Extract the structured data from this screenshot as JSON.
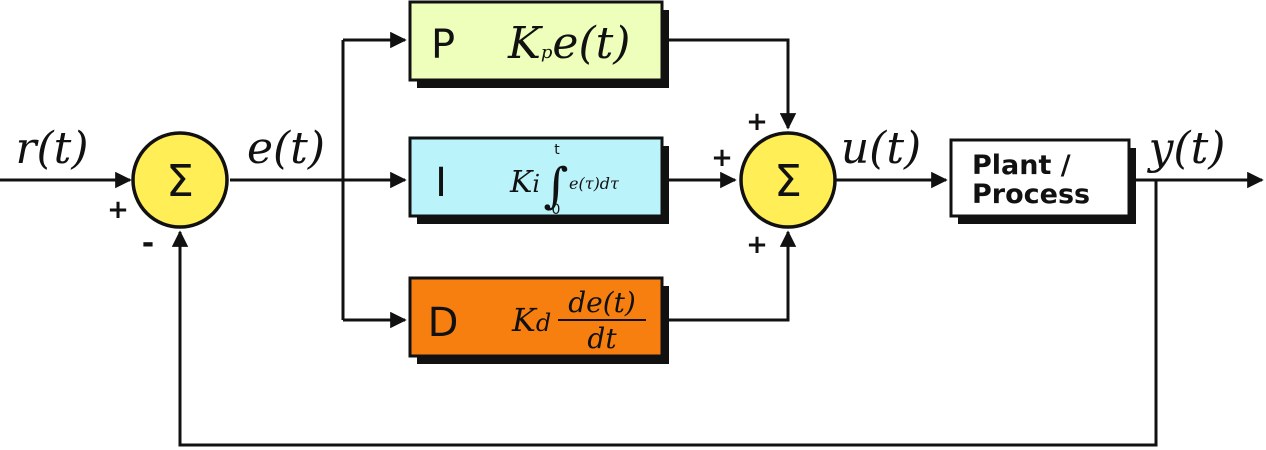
{
  "signals": {
    "r": "r(t)",
    "e": "e(t)",
    "u": "u(t)",
    "y": "y(t)"
  },
  "sum_symbol": "Σ",
  "signs": {
    "sum1_plus": "+",
    "sum1_minus": "-",
    "sum2_top": "+",
    "sum2_left": "+",
    "sum2_bottom": "+"
  },
  "blocks": {
    "p": {
      "letter": "P",
      "k": "K",
      "sub": "p",
      "expr": "e(t)"
    },
    "i": {
      "letter": "I",
      "k": "K",
      "sub": "i",
      "integrand": "e(τ)dτ",
      "upper": "t",
      "lower": "0"
    },
    "d": {
      "letter": "D",
      "k": "K",
      "sub": "d",
      "num": "de(t)",
      "den": "dt"
    },
    "plant": {
      "line1": "Plant /",
      "line2": "Process"
    }
  },
  "colors": {
    "sum_fill": "#ffee55",
    "p_fill": "#eeffbb",
    "i_fill": "#bbf3fb",
    "d_fill": "#f77f10",
    "plant_fill": "#ffffff",
    "line": "#111111"
  }
}
